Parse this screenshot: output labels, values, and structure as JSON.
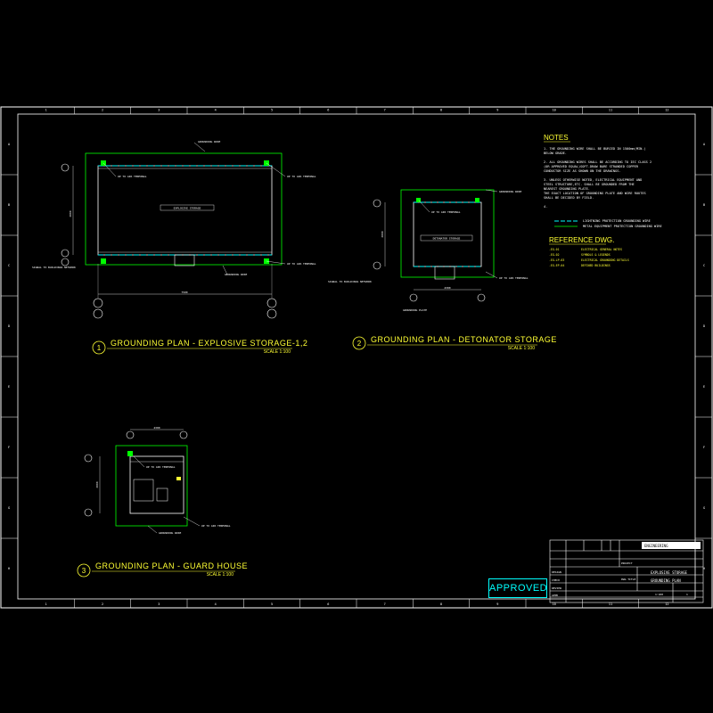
{
  "plans": [
    {
      "number": "1",
      "title": "GROUNDING PLAN - EXPLOSIVE STORAGE-1,2",
      "scale": "SCALE 1:100"
    },
    {
      "number": "2",
      "title": "GROUNDING PLAN - DETONATOR STORAGE",
      "scale": "SCALE 1:100"
    },
    {
      "number": "3",
      "title": "GROUNDING PLAN - GUARD HOUSE",
      "scale": "SCALE 1:100"
    }
  ],
  "notes": {
    "heading": "NOTES",
    "items": [
      [
        "1. THE GROUNDING WIRE SHALL BE BURIED IN 1500mm(MIN.)",
        "   BELOW GRADE."
      ],
      [
        "2. ALL GROUNDING WIRES SHALL BE ACCORDING TO IEC CLASS 2",
        "   (OR APPROVED EQUAL)SOFT-DRAW BARE STRANDED COPPER",
        "   CONDUCTOR SIZE AS SHOWN ON THE DRAWINGS."
      ],
      [
        "3. UNLESS OTHERWISE NOTED, ELECTRICAL EQUIPMENT AND",
        "   STEEL STRUCTURE,ETC. SHALL BE GROUNDED FROM THE",
        "   NEAREST GROUNDING PLATE.",
        "   THE EXACT LOCATION OF GROUNDING PLATE AND WIRE ROUTES",
        "   SHALL BE DECIDED BY FIELD."
      ],
      [
        "4."
      ]
    ],
    "legend": [
      "LIGHTNING PROTECTION GROUNDING WIRE",
      "METAL EQUIPMENT PROTECTION GROUNDING WIRE"
    ]
  },
  "reference": {
    "heading": "REFERENCE DWG.",
    "rows": [
      {
        "code": "-EG-01",
        "desc": "ELECTRICAL GENERAL NOTES"
      },
      {
        "code": "-EG-02",
        "desc": "SYMBOLS & LEGENDS"
      },
      {
        "code": "-EG-LP-03",
        "desc": "ELECTRICAL GROUNDING DETAILS"
      },
      {
        "code": "-EG-EP-04",
        "desc": "DEFINED BUILDINGS"
      }
    ]
  },
  "callouts": {
    "grounding_wire": "GROUNDING WIRE",
    "up_terminal": "UP TO AIR TERMINAL",
    "grounding_plate": "GROUNDING PLATE",
    "room_explosive": "EXPLOSIVE STORAGE",
    "room_detonator": "DETONATOR STORAGE",
    "signal_note": "SIGNAL TO BUILDINGS NETWORK",
    "dim_a": "2000",
    "dim_b": "7500",
    "dim_c": "4300"
  },
  "title_block": {
    "company": "ENGINEERING",
    "project_label": "PROJECT",
    "project": "EXPLOSIVE STORAGE",
    "drawing_label": "DWG TITLE",
    "drawing_title": "GROUNDING PLAN",
    "rows_left": [
      "DESIGN",
      "CHECK",
      "REVIEW",
      "APPD"
    ],
    "scale": "1:100",
    "sheet": "1"
  },
  "stamp": "APPROVED",
  "grid": {
    "columns": [
      "1",
      "2",
      "3",
      "4",
      "5",
      "6",
      "7",
      "8",
      "9",
      "10",
      "11",
      "12"
    ],
    "rows": [
      "A",
      "B",
      "C",
      "D",
      "E",
      "F",
      "G",
      "H"
    ]
  },
  "colors": {
    "border": "#ffffff",
    "wire": "#00ff00",
    "building": "#ffffff",
    "cyan": "#00ffff",
    "yellow": "#ffff33"
  }
}
